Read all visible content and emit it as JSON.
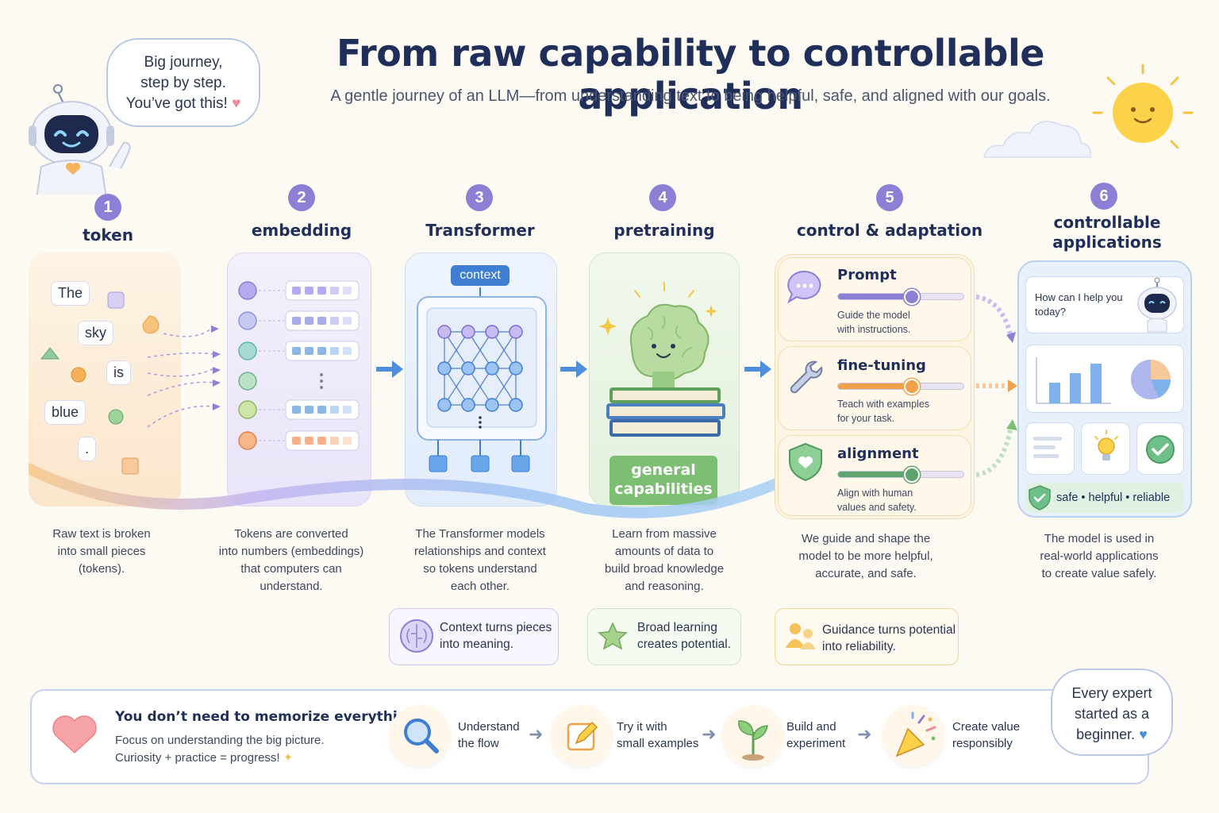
{
  "header": {
    "title": "From raw capability to controllable application",
    "subtitle": "A gentle journey of an LLM—from understanding text to being helpful, safe, and aligned with our goals."
  },
  "robot_bubble": {
    "line1": "Big journey,",
    "line2": "step by step.",
    "line3": "You’ve got this!"
  },
  "steps": [
    {
      "num": "1",
      "label": "token",
      "caption": [
        "Raw text is broken",
        "into small pieces",
        "(tokens)."
      ]
    },
    {
      "num": "2",
      "label": "embedding",
      "caption": [
        "Tokens are converted",
        "into numbers (embeddings)",
        "that computers can",
        "understand."
      ]
    },
    {
      "num": "3",
      "label": "Transformer",
      "caption": [
        "The Transformer models",
        "relationships and context",
        "so tokens understand",
        "each other."
      ]
    },
    {
      "num": "4",
      "label": "pretraining",
      "caption": [
        "Learn from massive",
        "amounts of data to",
        "build broad knowledge",
        "and reasoning."
      ]
    },
    {
      "num": "5",
      "label": "control & adaptation",
      "caption": [
        "We guide and shape the",
        "model to be more helpful,",
        "accurate, and safe."
      ]
    },
    {
      "num": "6",
      "label_line1": "controllable",
      "label_line2": "applications",
      "caption": [
        "The model is used in",
        "real-world applications",
        "to create value safely."
      ]
    }
  ],
  "tokens": [
    "The",
    "sky",
    "is",
    "blue",
    "."
  ],
  "transformer": {
    "context_label": "context"
  },
  "pretraining": {
    "badge_line1": "general",
    "badge_line2": "capabilities"
  },
  "control": [
    {
      "title": "Prompt",
      "desc1": "Guide the model",
      "desc2": "with instructions.",
      "icon": "speech-bubble-icon",
      "level": 0.58,
      "color": "#8c80d6"
    },
    {
      "title": "fine-tuning",
      "desc1": "Teach with examples",
      "desc2": "for your task.",
      "icon": "wrench-icon",
      "level": 0.58,
      "color": "#f0a24a"
    },
    {
      "title": "alignment",
      "desc1": "Align with human",
      "desc2": "values and safety.",
      "icon": "shield-heart-icon",
      "level": 0.58,
      "color": "#5fa46e"
    }
  ],
  "app": {
    "chat_line1": "How can I help you",
    "chat_line2": "today?",
    "badge": "safe • helpful • reliable"
  },
  "takeaways": [
    {
      "line1": "Context turns pieces",
      "line2": "into meaning.",
      "icon": "brain-icon"
    },
    {
      "line1": "Broad learning",
      "line2": "creates potential.",
      "icon": "star-icon"
    },
    {
      "line1": "Guidance turns potential",
      "line2": "into reliability.",
      "icon": "people-icon"
    }
  ],
  "bottom": {
    "headline": "You don’t need to memorize everything.",
    "line1": "Focus on understanding the big picture.",
    "line2": "Curiosity + practice = progress!",
    "steps": [
      {
        "line1": "Understand",
        "line2": "the flow",
        "icon": "magnifier-icon"
      },
      {
        "line1": "Try it with",
        "line2": "small examples",
        "icon": "pencil-icon"
      },
      {
        "line1": "Build and",
        "line2": "experiment",
        "icon": "sprout-icon"
      },
      {
        "line1": "Create value",
        "line2": "responsibly",
        "icon": "party-popper-icon"
      }
    ]
  },
  "expert_bubble": {
    "line1": "Every expert",
    "line2": "started as a",
    "line3": "beginner."
  }
}
